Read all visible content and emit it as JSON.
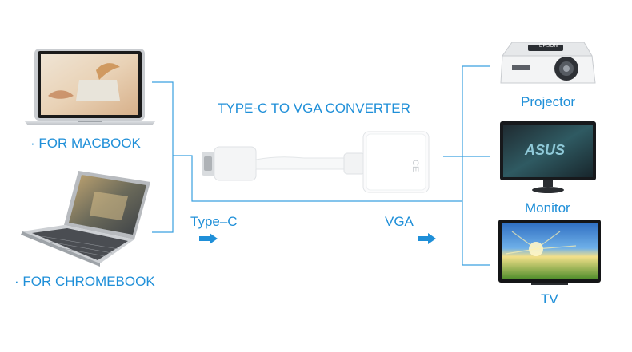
{
  "title": "TYPE-C TO VGA CONVERTER",
  "sources": {
    "macbook_label": "· FOR MACBOOK",
    "chromebook_label": "· FOR CHROMEBOOK"
  },
  "ports": {
    "input_label": "Type–C",
    "output_label": "VGA"
  },
  "displays": {
    "projector_label": "Projector",
    "monitor_label": "Monitor",
    "tv_label": "TV",
    "projector_brand": "EPSON",
    "monitor_brand": "ASUS"
  },
  "colors": {
    "accent": "#1f8fd8",
    "line": "#3aa0e0"
  }
}
